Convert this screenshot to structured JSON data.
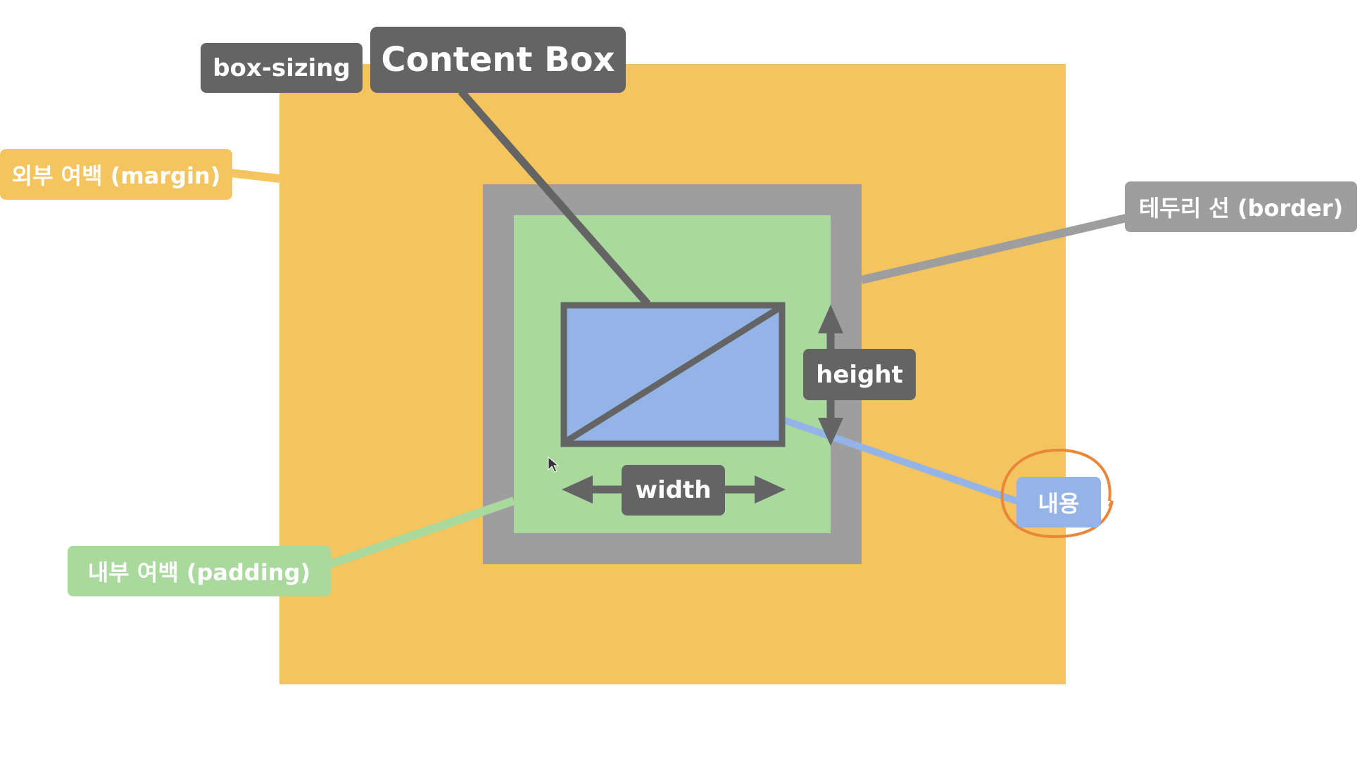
{
  "labels": {
    "box_sizing": "box-sizing",
    "content_box": "Content Box",
    "margin": "외부 여백 (margin)",
    "border": "테두리 선 (border)",
    "height": "height",
    "width": "width",
    "content": "내용",
    "padding": "내부 여백 (padding)"
  },
  "colors": {
    "margin": "#f4c55f",
    "border": "#9e9e9e",
    "padding": "#a9d99c",
    "content": "#94b4e8",
    "dark_label": "#646464",
    "highlight_circle": "#e8873a"
  },
  "icons": [
    "double-arrow-vertical-icon",
    "double-arrow-horizontal-icon",
    "cursor-icon"
  ]
}
